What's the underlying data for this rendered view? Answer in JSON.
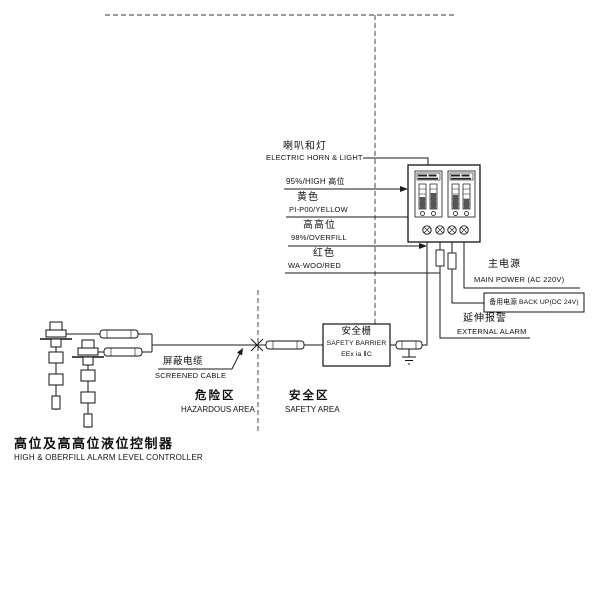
{
  "diagram": {
    "alarms": {
      "horn_cn": "喇叭和灯",
      "horn_en": "ELECTRIC HORN & LIGHT",
      "high_label": "95%/HIGH 高位",
      "yellow_cn": "黄色",
      "yellow_code": "PI-P00/YELLOW",
      "overfill_cn": "高高位",
      "overfill_code": "98%/OVERFILL",
      "red_cn": "红色",
      "red_code": "WA-WOO/RED"
    },
    "power": {
      "main_cn": "主电源",
      "main_en": "MAIN POWER (AC 220V)",
      "backup_label": "备用电源 BACK UP(DC 24V)",
      "external_cn": "延伸报警",
      "external_en": "EXTERNAL ALARM"
    },
    "barrier": {
      "cn": "安全栅",
      "en": "SAFETY BARRIER",
      "rating": "EEx ia ⅡC"
    },
    "cable": {
      "cn": "屏蔽电缆",
      "en": "SCREENED CABLE"
    },
    "areas": {
      "hazardous_cn": "危险区",
      "hazardous_en": "HAZARDOUS AREA",
      "safe_cn": "安全区",
      "safe_en": "SAFETY AREA"
    },
    "footer": {
      "title_cn": "高位及高高位液位控制器",
      "title_en": "HIGH & OBERFILL ALARM LEVEL CONTROLLER"
    },
    "colors": {
      "line": "#1a1a1a",
      "background": "#ffffff"
    }
  }
}
